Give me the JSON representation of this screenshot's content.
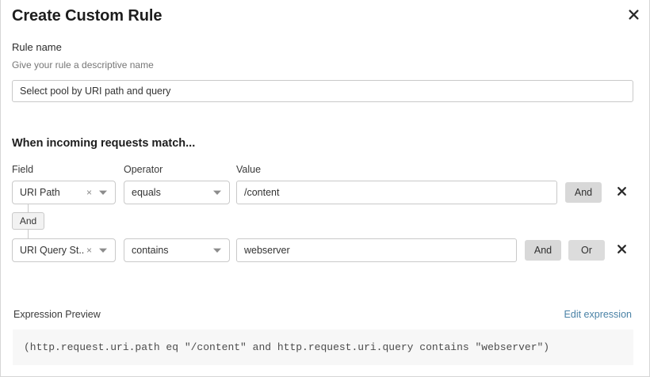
{
  "modal": {
    "title": "Create Custom Rule",
    "close_icon": "close-icon"
  },
  "rule_name": {
    "label": "Rule name",
    "help": "Give your rule a descriptive name",
    "value": "Select pool by URI path and query",
    "placeholder": ""
  },
  "match_section": {
    "heading": "When incoming requests match...",
    "columns": {
      "field": "Field",
      "operator": "Operator",
      "value": "Value"
    },
    "rows": [
      {
        "field": "URI Path",
        "operator": "equals",
        "value": "/content",
        "clear_icon": "clear-x-icon",
        "caret_icon": "chevron-down-icon",
        "buttons": [
          "And"
        ],
        "delete_icon": "close-icon"
      },
      {
        "field": "URI Query St...",
        "operator": "contains",
        "value": "webserver",
        "clear_icon": "clear-x-icon",
        "caret_icon": "chevron-down-icon",
        "buttons": [
          "And",
          "Or"
        ],
        "delete_icon": "close-icon"
      }
    ],
    "connector": "And"
  },
  "expression_preview": {
    "label": "Expression Preview",
    "edit_link": "Edit expression",
    "expression": "(http.request.uri.path eq \"/content\" and http.request.uri.query contains \"webserver\")"
  },
  "colors": {
    "link": "#4a82a6",
    "button_gray": "#d8d8d8",
    "preview_bg": "#f7f7f7",
    "border": "#c9c9c9"
  }
}
